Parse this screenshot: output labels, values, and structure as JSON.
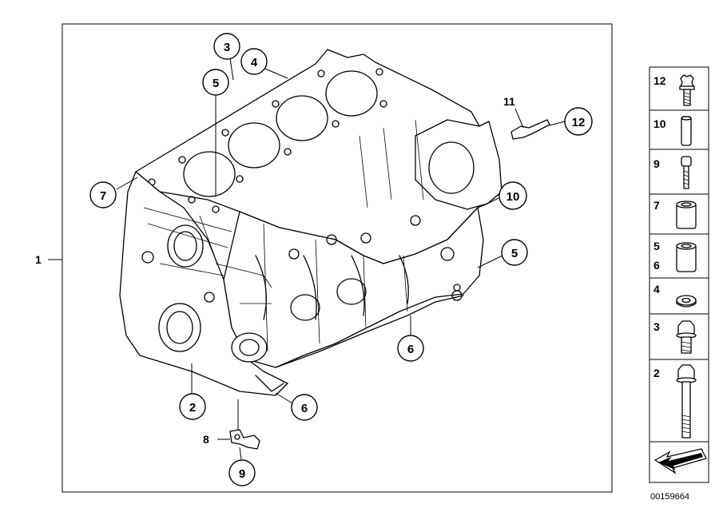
{
  "diagram": {
    "main_label": "1",
    "callouts": [
      "2",
      "3",
      "4",
      "5",
      "5",
      "6",
      "6",
      "7",
      "8",
      "9",
      "10",
      "11",
      "12"
    ],
    "part_numbers_circled": {
      "c2": "2",
      "c3": "3",
      "c4": "4",
      "c5a": "5",
      "c5b": "5",
      "c6a": "6",
      "c6b": "6",
      "c7": "7",
      "c9": "9",
      "c10": "10",
      "c12": "12"
    },
    "plain_labels": {
      "p1": "1",
      "p8": "8",
      "p11": "11"
    }
  },
  "legend": {
    "rows": [
      {
        "label": "12",
        "icon": "torx-bolt-icon"
      },
      {
        "label": "10",
        "icon": "dowel-sleeve-icon"
      },
      {
        "label": "9",
        "icon": "socket-screw-icon"
      },
      {
        "label": "7",
        "icon": "bushing-icon"
      },
      {
        "label": "5",
        "label2": "6",
        "icon": "dowel-bushing-icon"
      },
      {
        "label": "4",
        "icon": "washer-icon"
      },
      {
        "label": "3",
        "icon": "hex-flange-bolt-icon"
      },
      {
        "label": "2",
        "icon": "long-hex-bolt-icon"
      }
    ],
    "arrow_icon": "direction-arrow-icon"
  },
  "reference_code": "00159664"
}
